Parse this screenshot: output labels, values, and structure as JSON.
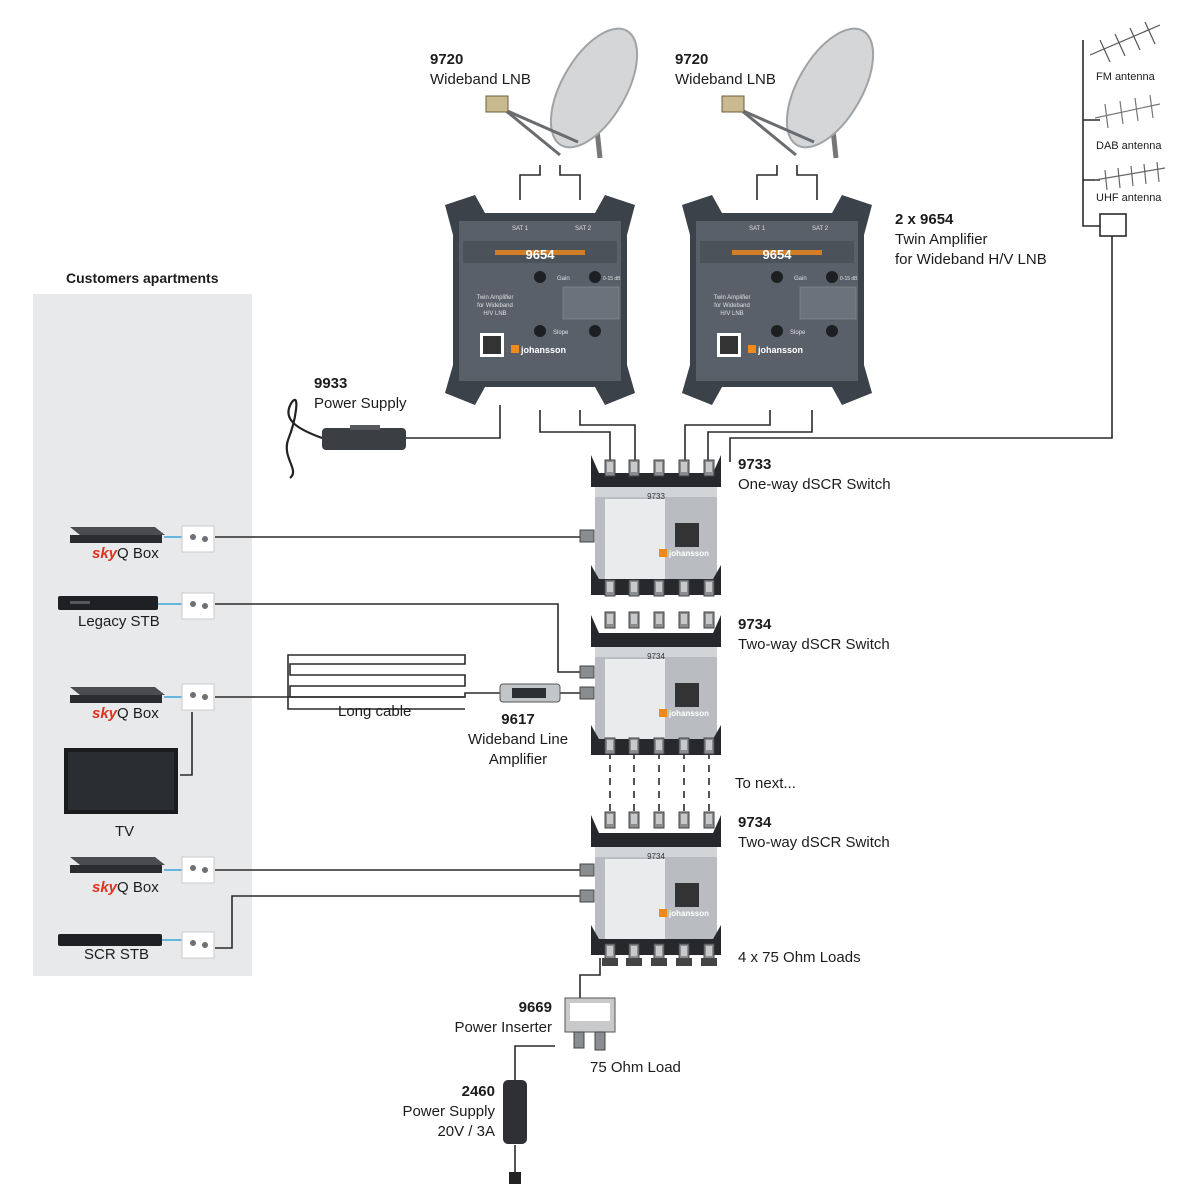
{
  "apartments": {
    "title": "Customers apartments"
  },
  "lnb_left": {
    "code": "9720",
    "name": "Wideband LNB"
  },
  "lnb_right": {
    "code": "9720",
    "name": "Wideband LNB"
  },
  "antennas": {
    "fm": "FM antenna",
    "dab": "DAB antenna",
    "uhf": "UHF antenna"
  },
  "amplifier_group": {
    "code": "2 x 9654",
    "line1": "Twin Amplifier",
    "line2": "for Wideband H/V LNB"
  },
  "amplifier_device": {
    "model": "9654",
    "brand": "johansson",
    "desc": [
      "Twin Amplifier",
      "for Wideband",
      "H/V LNB"
    ],
    "sat1": "SAT 1",
    "sat2": "SAT 2",
    "gain": "Gain",
    "slope": "Slope",
    "range": "0-15 dB"
  },
  "power_supply_9933": {
    "code": "9933",
    "name": "Power Supply"
  },
  "switch_9733": {
    "code": "9733",
    "name": "One-way dSCR Switch",
    "model": "9733"
  },
  "switch_9734_a": {
    "code": "9734",
    "name": "Two-way dSCR Switch",
    "model": "9734"
  },
  "switch_9734_b": {
    "code": "9734",
    "name": "Two-way dSCR Switch",
    "model": "9734"
  },
  "line_amp": {
    "code": "9617",
    "line1": "Wideband Line",
    "line2": "Amplifier"
  },
  "long_cable": "Long cable",
  "to_next": "To next...",
  "loads_4x": "4 x 75 Ohm Loads",
  "power_inserter": {
    "code": "9669",
    "name": "Power Inserter"
  },
  "load_75": "75 Ohm Load",
  "power_supply_2460": {
    "code": "2460",
    "line1": "Power Supply",
    "line2": "20V / 3A"
  },
  "devices": {
    "skyq1": "Q Box",
    "legacy": "Legacy STB",
    "skyq2": "Q Box",
    "tv": "TV",
    "skyq3": "Q Box",
    "scr": "SCR STB",
    "sky_logo": "sky"
  },
  "colors": {
    "panel": "#e8e9ea",
    "device": "#4a5058",
    "accent": "#f28a1a",
    "cable": "#2a2a2a",
    "outlet_dot": "#3aa6d8"
  }
}
